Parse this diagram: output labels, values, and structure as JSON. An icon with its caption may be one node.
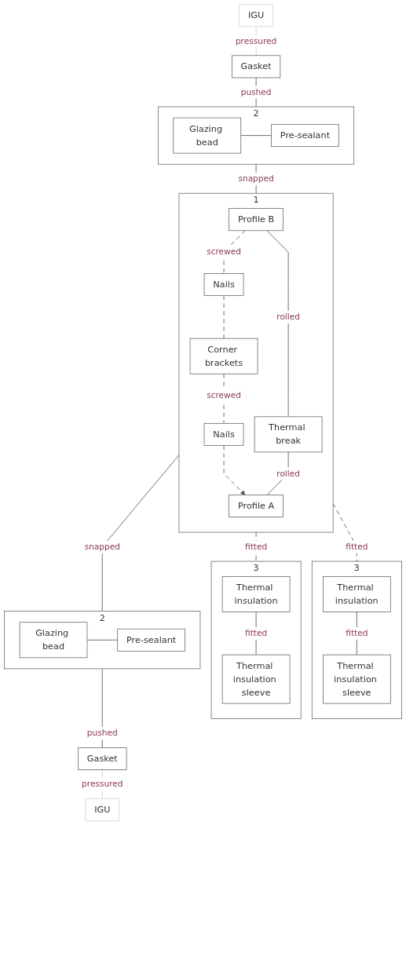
{
  "diagram": {
    "nodes": [
      {
        "text": [
          "IGU"
        ]
      },
      {
        "text": [
          "Gasket"
        ]
      },
      {
        "text": [
          "2"
        ]
      },
      {
        "text": [
          "Glazing bead"
        ],
        "in": 2
      },
      {
        "text": [
          "Pre-sealant"
        ],
        "in": 2
      },
      {
        "text": [
          "3"
        ]
      },
      {
        "text": [
          "Thermal insulation"
        ],
        "in": 5
      },
      {
        "text": [
          "Thermal insulation sleeve"
        ],
        "in": 5
      },
      {
        "text": [
          "1"
        ]
      },
      {
        "text": [
          "Profile B"
        ],
        "in": 8
      },
      {
        "text": [
          "Nails"
        ],
        "in": 8
      },
      {
        "text": [
          "Corner brackets"
        ],
        "in": 8
      },
      {
        "text": [
          "Thermal break"
        ],
        "in": 8
      },
      {
        "text": [
          "Nails"
        ],
        "in": 8
      },
      {
        "text": [
          "Profile A"
        ],
        "in": 8
      },
      {
        "text": [
          "3"
        ]
      },
      {
        "text": [
          "Thermal insulation"
        ],
        "in": 15
      },
      {
        "text": [
          "Thermal insulation sleeve"
        ],
        "in": 15
      },
      {
        "text": [
          "2"
        ]
      },
      {
        "text": [
          "Glazing bead"
        ],
        "in": 18
      },
      {
        "text": [
          "Pre-sealant"
        ],
        "in": 18
      },
      {
        "text": [
          "Gasket"
        ]
      },
      {
        "text": [
          "IGU"
        ]
      }
    ],
    "edges": [
      {
        "from": 0,
        "to": 1,
        "arrow": "none",
        "label": "pressured",
        "color": "#cccccc"
      },
      {
        "from": 1,
        "to": 2,
        "arrow": "none",
        "label": "pushed"
      },
      {
        "from": 3,
        "to": 4,
        "arrow": "none"
      },
      {
        "from": 2,
        "to": 8,
        "arrow": "none",
        "label": "snapped"
      },
      {
        "from": 8,
        "to": 5,
        "arrow": "none",
        "label": "fitted",
        "style": "dashed"
      },
      {
        "from": 6,
        "to": 7,
        "arrow": "none",
        "label": "fitted"
      },
      {
        "from": 9,
        "to": 10,
        "arrow": "none",
        "label": "screwed",
        "style": "dashed"
      },
      {
        "from": 10,
        "to": 11,
        "arrow": "none",
        "style": "dashed"
      },
      {
        "from": 9,
        "to": 12,
        "arrow": "none",
        "label": "rolled"
      },
      {
        "from": 11,
        "to": 13,
        "arrow": "none",
        "label": "screwed",
        "style": "dashed"
      },
      {
        "from": 13,
        "to": 14,
        "arrow": "to",
        "style": "dashed"
      },
      {
        "from": 12,
        "to": 14,
        "arrow": "none",
        "label": "rolled"
      },
      {
        "from": 8,
        "to": 15,
        "arrow": "none",
        "label": "fitted",
        "style": "dashed"
      },
      {
        "from": 16,
        "to": 17,
        "arrow": "none",
        "label": "fitted"
      },
      {
        "from": 8,
        "to": 18,
        "arrow": "none",
        "label": "snapped"
      },
      {
        "from": 19,
        "to": 20,
        "arrow": "none"
      },
      {
        "from": 18,
        "to": 21,
        "arrow": "none",
        "label": "pushed"
      },
      {
        "from": 21,
        "to": 22,
        "arrow": "none",
        "label": "pressured",
        "color": "#cccccc"
      }
    ]
  }
}
